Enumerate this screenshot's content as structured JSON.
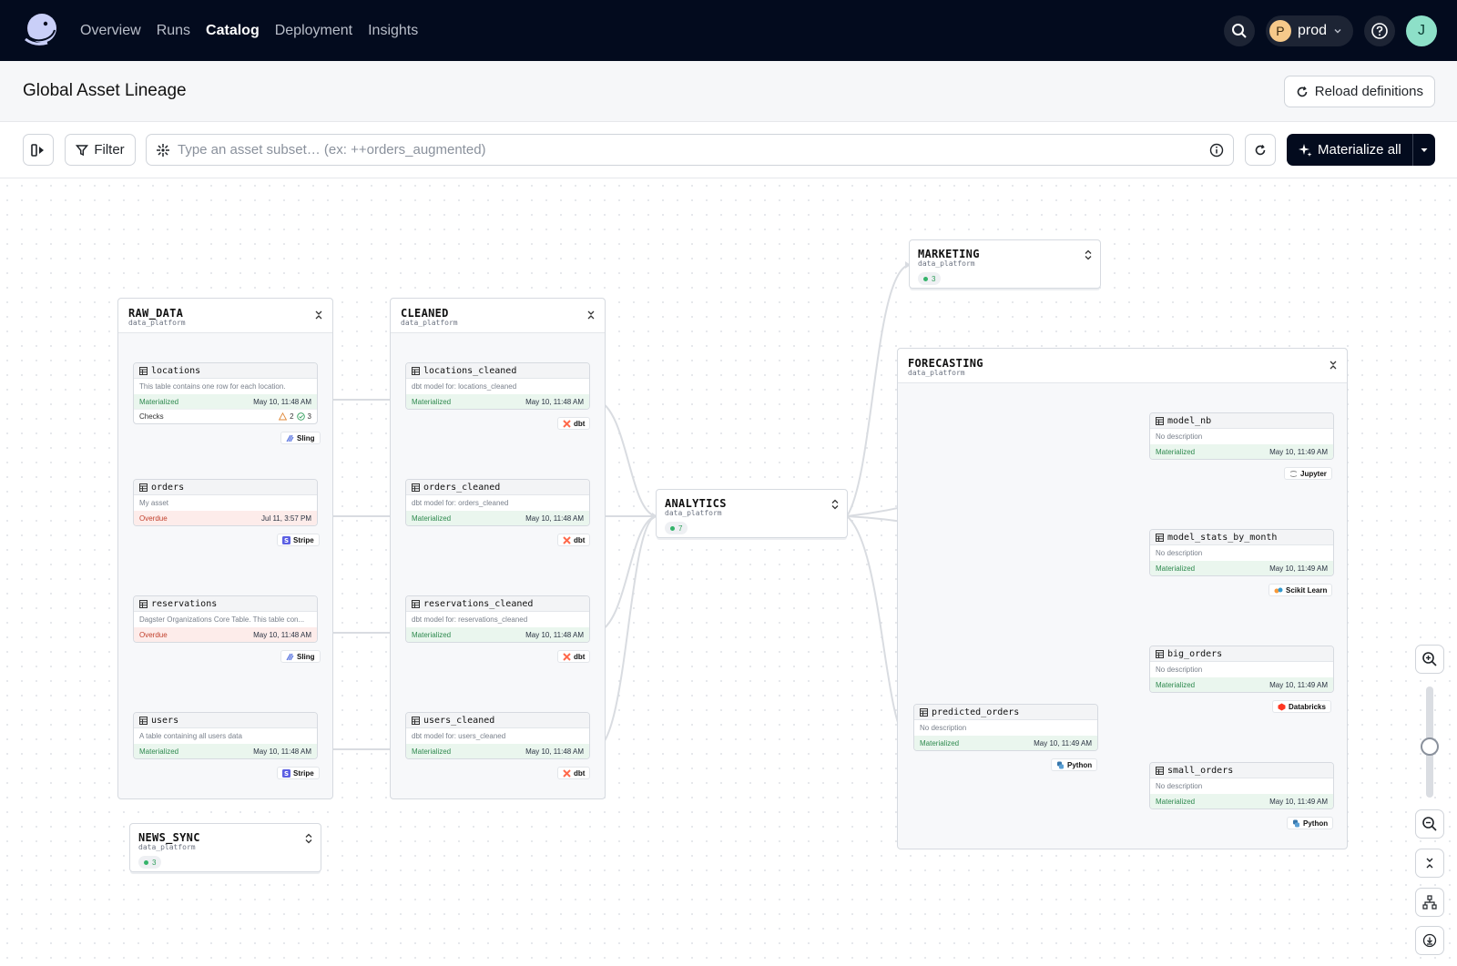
{
  "nav": {
    "links": [
      "Overview",
      "Runs",
      "Catalog",
      "Deployment",
      "Insights"
    ],
    "active": "Catalog",
    "env": {
      "initial": "P",
      "name": "prod"
    },
    "user_initial": "J"
  },
  "header": {
    "title": "Global Asset Lineage",
    "reload_label": "Reload definitions"
  },
  "toolbar": {
    "filter_label": "Filter",
    "search_placeholder": "Type an asset subset… (ex: ++orders_augmented)",
    "materialize_label": "Materialize all"
  },
  "groups": {
    "raw_data": {
      "name": "RAW_DATA",
      "location": "data_platform",
      "assets": [
        {
          "name": "locations",
          "desc": "This table contains one row for each location.",
          "status": "Materialized",
          "ts": "May 10, 11:48 AM",
          "checks_label": "Checks",
          "warn": "2",
          "ok": "3",
          "kind": "Sling"
        },
        {
          "name": "orders",
          "desc": "My asset",
          "status": "Overdue",
          "ts": "Jul 11, 3:57 PM",
          "kind": "Stripe"
        },
        {
          "name": "reservations",
          "desc": "Dagster Organizations Core Table. This table con...",
          "status": "Overdue",
          "ts": "May 10, 11:48 AM",
          "kind": "Sling"
        },
        {
          "name": "users",
          "desc": "A table containing all users data",
          "status": "Materialized",
          "ts": "May 10, 11:48 AM",
          "kind": "Stripe"
        }
      ]
    },
    "cleaned": {
      "name": "CLEANED",
      "location": "data_platform",
      "assets": [
        {
          "name": "locations_cleaned",
          "desc": "dbt model for: locations_cleaned",
          "status": "Materialized",
          "ts": "May 10, 11:48 AM",
          "kind": "dbt"
        },
        {
          "name": "orders_cleaned",
          "desc": "dbt model for: orders_cleaned",
          "status": "Materialized",
          "ts": "May 10, 11:48 AM",
          "kind": "dbt"
        },
        {
          "name": "reservations_cleaned",
          "desc": "dbt model for: reservations_cleaned",
          "status": "Materialized",
          "ts": "May 10, 11:48 AM",
          "kind": "dbt"
        },
        {
          "name": "users_cleaned",
          "desc": "dbt model for: users_cleaned",
          "status": "Materialized",
          "ts": "May 10, 11:48 AM",
          "kind": "dbt"
        }
      ]
    },
    "forecasting": {
      "name": "FORECASTING",
      "location": "data_platform",
      "assets": [
        {
          "name": "model_nb",
          "desc": "No description",
          "status": "Materialized",
          "ts": "May 10, 11:49 AM",
          "kind": "Jupyter"
        },
        {
          "name": "model_stats_by_month",
          "desc": "No description",
          "status": "Materialized",
          "ts": "May 10, 11:49 AM",
          "kind": "Scikit Learn"
        },
        {
          "name": "big_orders",
          "desc": "No description",
          "status": "Materialized",
          "ts": "May 10, 11:49 AM",
          "kind": "Databricks"
        },
        {
          "name": "small_orders",
          "desc": "No description",
          "status": "Materialized",
          "ts": "May 10, 11:49 AM",
          "kind": "Python"
        },
        {
          "name": "predicted_orders",
          "desc": "No description",
          "status": "Materialized",
          "ts": "May 10, 11:49 AM",
          "kind": "Python"
        }
      ]
    },
    "analytics": {
      "name": "ANALYTICS",
      "location": "data_platform",
      "count": "7"
    },
    "marketing": {
      "name": "MARKETING",
      "location": "data_platform",
      "count": "3"
    },
    "news_sync": {
      "name": "NEWS_SYNC",
      "location": "data_platform",
      "count": "3"
    }
  },
  "colors": {
    "nav_bg": "#030b1e",
    "materialized_bg": "#eaf6ee",
    "overdue_bg": "#fdecea",
    "primary_btn": "#030b1e"
  },
  "icons": [
    "dagster-logo-icon",
    "search-icon",
    "chevron-down-icon",
    "help-icon",
    "refresh-icon",
    "sidebar-toggle-icon",
    "filter-icon",
    "sparkle-icon",
    "info-icon",
    "table-icon",
    "collapse-icon",
    "expand-icon",
    "zoom-in-icon",
    "zoom-out-icon",
    "layout-icon",
    "download-icon"
  ]
}
